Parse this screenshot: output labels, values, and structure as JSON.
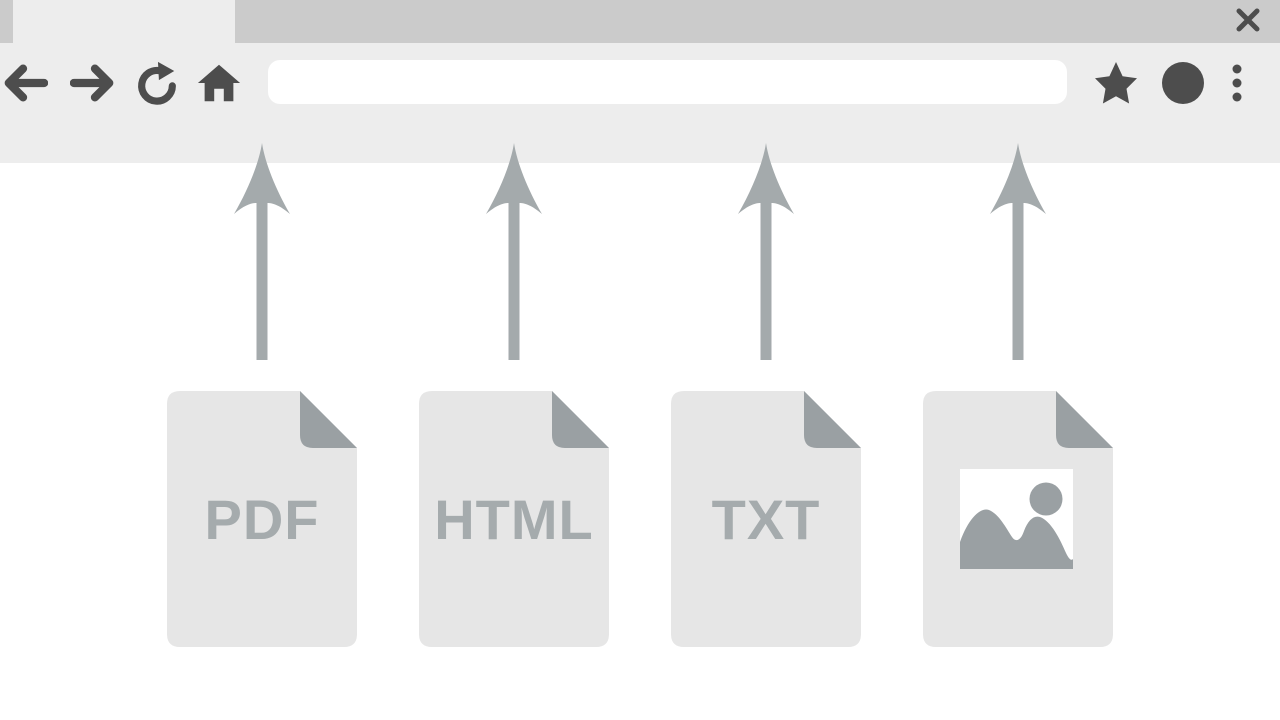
{
  "browser": {
    "tabbar": {
      "active_tab_label": "",
      "close_icon": "close-x"
    },
    "toolbar": {
      "back_icon": "arrow-left",
      "forward_icon": "arrow-right",
      "reload_icon": "circular-arrow",
      "home_icon": "house",
      "bookmark_icon": "star-filled",
      "profile_icon": "avatar-circle-filled",
      "menu_icon": "kebab-three-dots",
      "address_bar": {
        "value": "",
        "placeholder": ""
      }
    }
  },
  "upload": {
    "arrow_icon": "up-arrow",
    "arrow_count": 4,
    "files": [
      {
        "type": "pdf",
        "label": "PDF"
      },
      {
        "type": "html",
        "label": "HTML"
      },
      {
        "type": "txt",
        "label": "TXT"
      },
      {
        "type": "image",
        "label": "",
        "icon": "image-placeholder-mountains-sun"
      }
    ]
  },
  "colors": {
    "tabbar_bg": "#cbcbcb",
    "toolbar_bg": "#ededed",
    "icon_dark": "#4d4d4d",
    "arrow_gray": "#a4aaac",
    "file_body": "#e6e6e6",
    "file_fold": "#9aa0a3",
    "file_label": "#a5abad",
    "address_bar_bg": "#ffffff",
    "page_bg": "#ffffff"
  }
}
